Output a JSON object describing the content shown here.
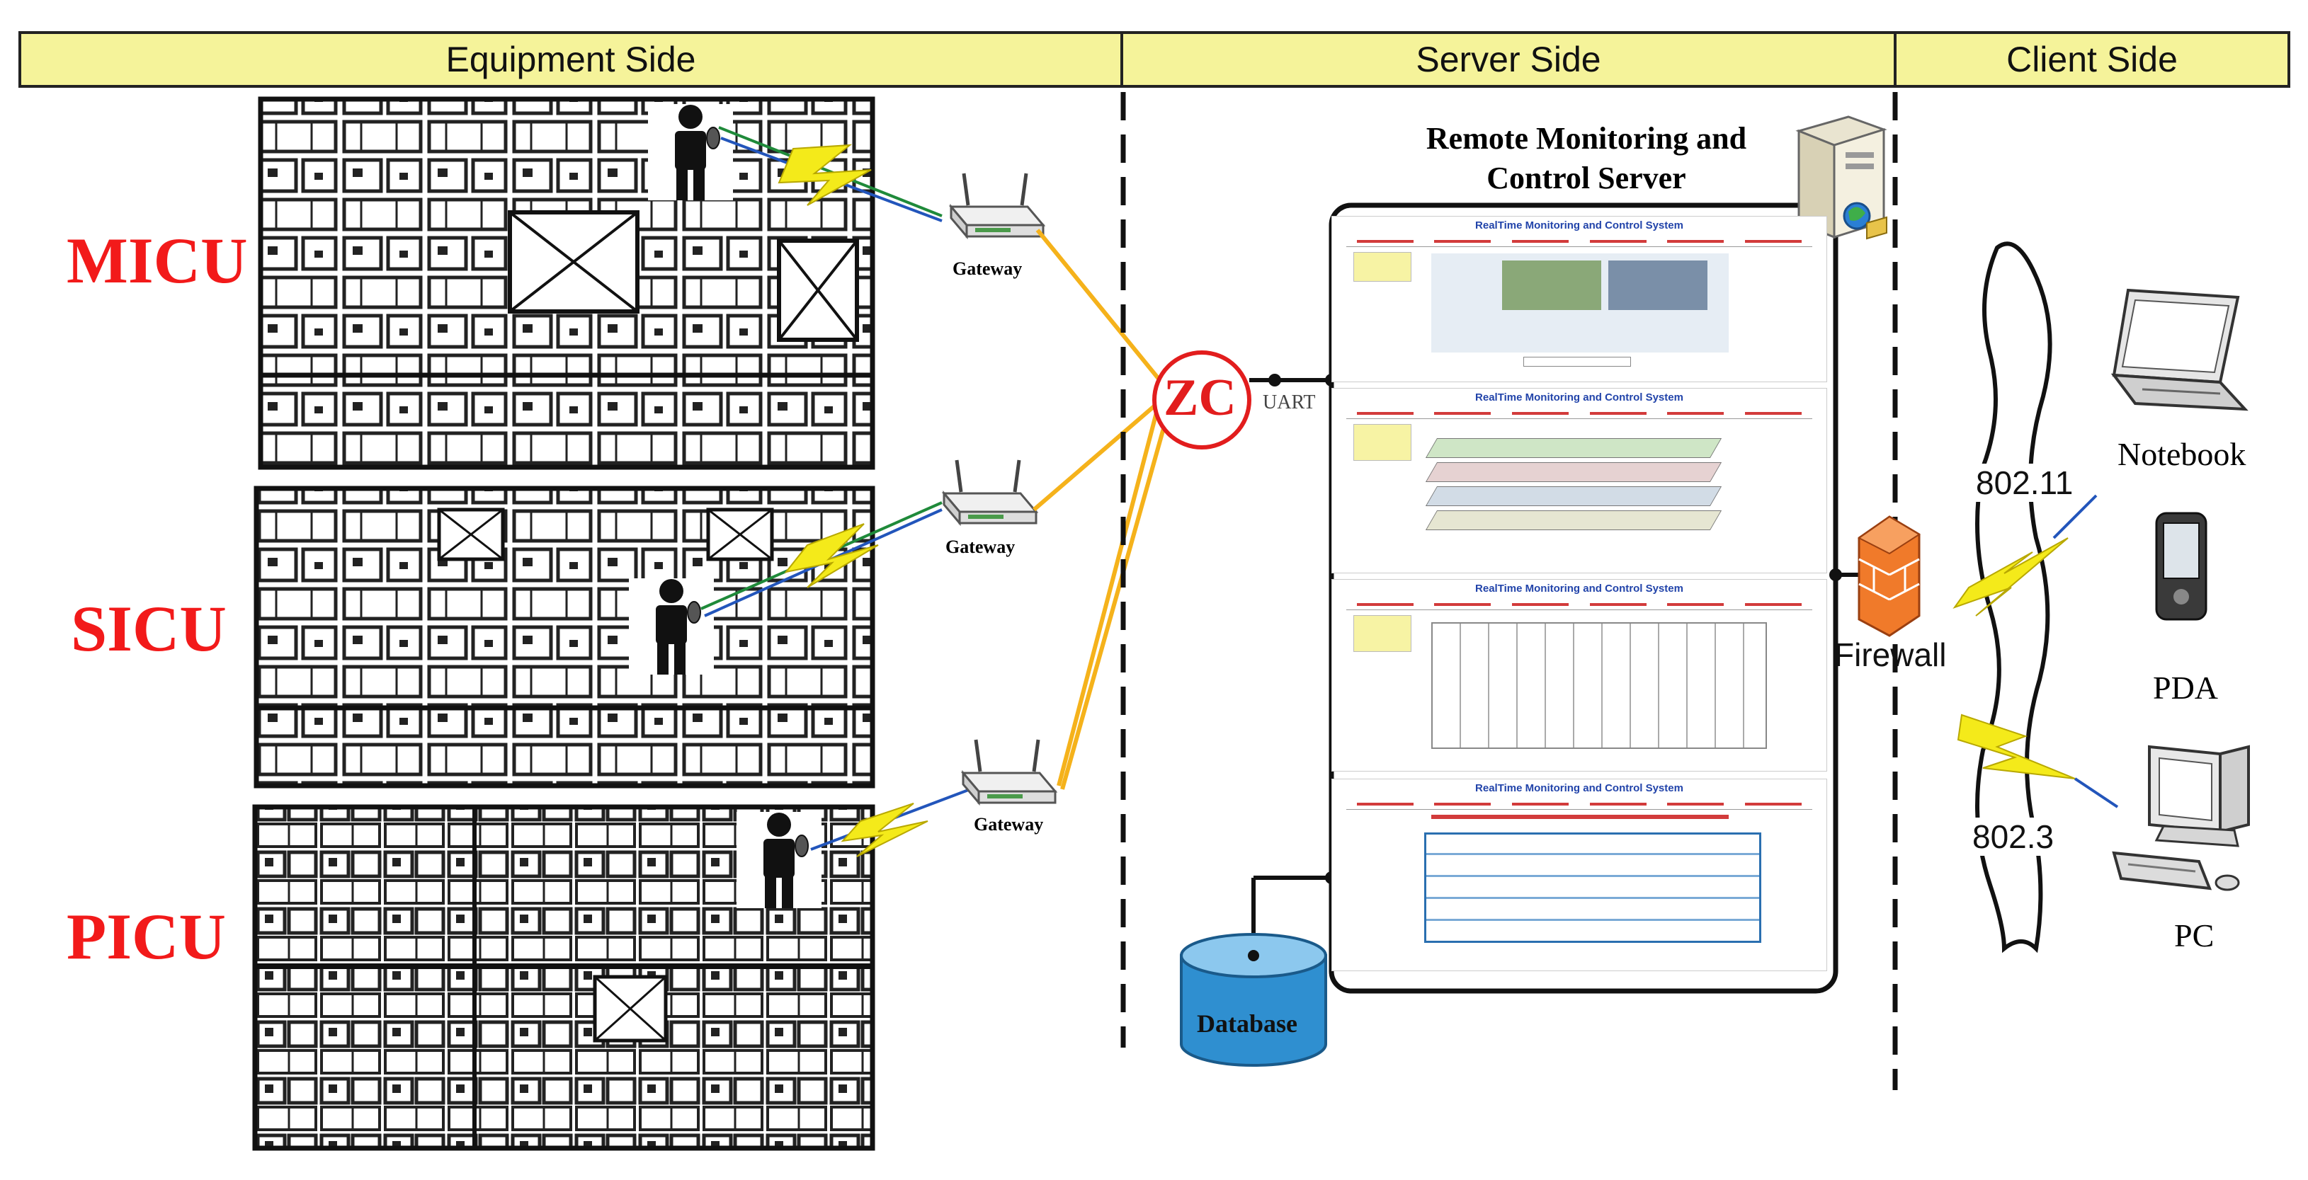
{
  "headers": {
    "equipment": "Equipment Side",
    "server": "Server Side",
    "client": "Client Side"
  },
  "wards": [
    "MICU",
    "SICU",
    "PICU"
  ],
  "gateway_label": "Gateway",
  "zc": {
    "label": "ZC",
    "interface": "UART"
  },
  "server": {
    "title_line1": "Remote Monitoring and",
    "title_line2": "Control Server",
    "screen_title": "RealTime Monitoring and Control System"
  },
  "database_label": "Database",
  "firewall_label": "Firewall",
  "network": {
    "wireless": "802.11",
    "wired": "802.3"
  },
  "clients": [
    "Notebook",
    "PDA",
    "PC"
  ],
  "colors": {
    "header_fill": "#f5f39a",
    "ward_text": "#f21a1a",
    "zc_circle": "#e21d1d",
    "gateway_link": "#f5b21b",
    "lightning": "#f4ea1a",
    "firewall": "#f07a2a",
    "database": "#2f8fd0",
    "screen_title": "#2244aa"
  }
}
